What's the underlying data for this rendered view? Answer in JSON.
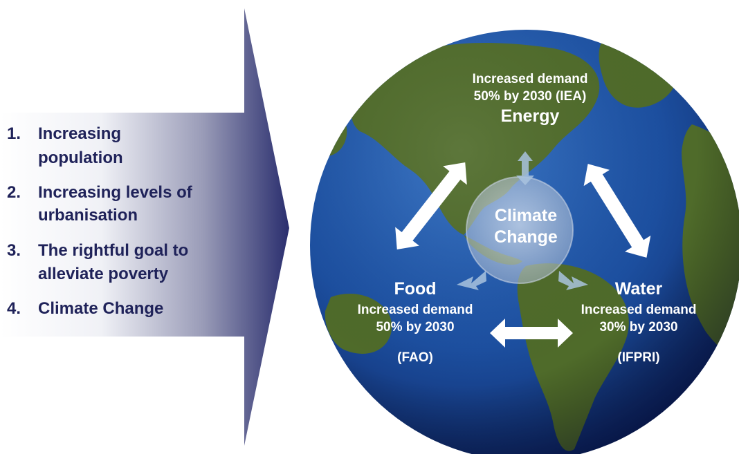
{
  "drivers": [
    {
      "num": "1.",
      "lines": [
        "Increasing",
        "population"
      ]
    },
    {
      "num": "2.",
      "lines": [
        "Increasing levels of",
        "urbanisation"
      ]
    },
    {
      "num": "3.",
      "lines": [
        "The rightful goal to",
        "alleviate poverty"
      ]
    },
    {
      "num": "4.",
      "lines": [
        "Climate Change"
      ]
    }
  ],
  "energy": {
    "demand": "Increased demand",
    "detail": "50% by 2030 (IEA)",
    "title": "Energy"
  },
  "climate": {
    "line1": "Climate",
    "line2": "Change"
  },
  "food": {
    "title": "Food",
    "demand": "Increased demand",
    "detail": "50% by 2030",
    "source": "(FAO)"
  },
  "water": {
    "title": "Water",
    "demand": "Increased demand",
    "detail": "30% by 2030",
    "source": "(IFPRI)"
  },
  "colors": {
    "driver_text": "#1f2259",
    "arrow_dark": "#2a2e6e",
    "ocean": "#1c4fa0",
    "land": "#4f6b2a",
    "label": "#ffffff"
  }
}
